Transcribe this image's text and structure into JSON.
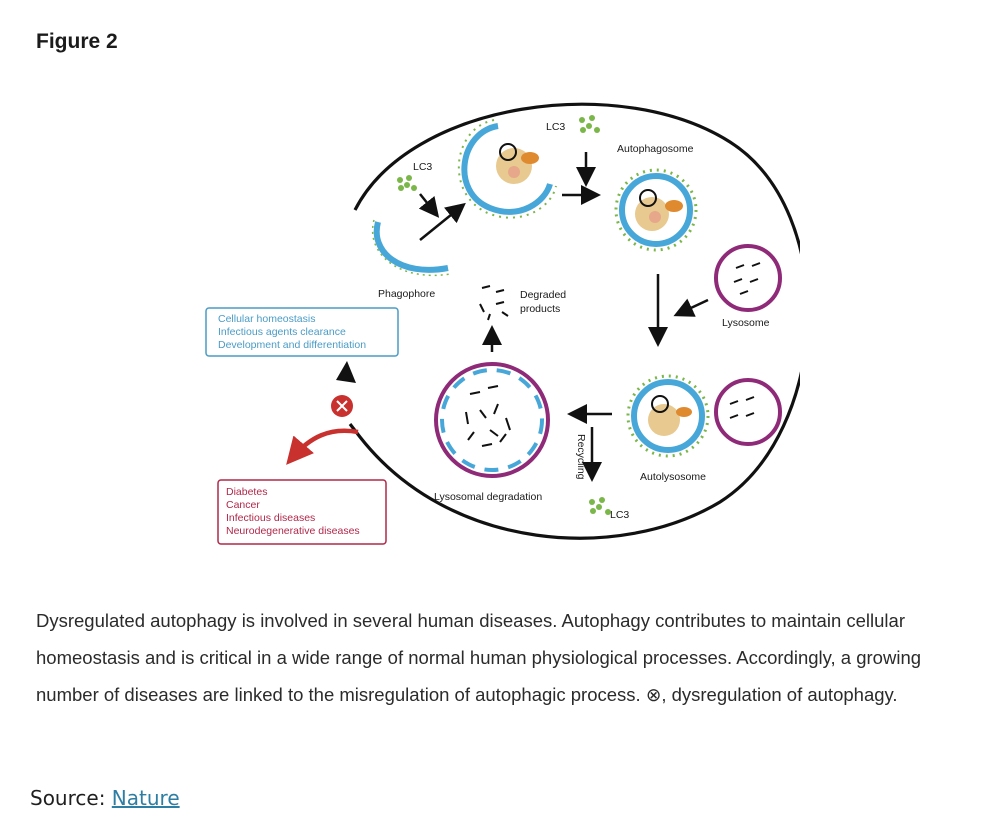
{
  "figure": {
    "title": "Figure 2"
  },
  "diagram": {
    "labels": {
      "lc3_top": "LC3",
      "lc3_left": "LC3",
      "lc3_bottom": "LC3",
      "autophagosome": "Autophagosome",
      "phagophore": "Phagophore",
      "degraded_line1": "Degraded",
      "degraded_line2": "products",
      "lysosome": "Lysosome",
      "autolysosome": "Autolysosome",
      "lysosomal_degradation": "Lysosomal degradation",
      "recycling": "Recycling"
    },
    "homeostasis_box": [
      "Cellular homeostasis",
      "Infectious agents clearance",
      "Development and differentiation"
    ],
    "disease_box": [
      "Diabetes",
      "Cancer",
      "Infectious diseases",
      "Neurodegenerative diseases"
    ],
    "colors": {
      "membrane": "#47a7d8",
      "lc3": "#7ab648",
      "lysosome": "#8e2a78",
      "inhibit": "#c8312e",
      "box_blue": "#4a9cc6",
      "box_red": "#b0284a"
    }
  },
  "caption": {
    "text": "Dysregulated autophagy is involved in several human diseases. Autophagy contributes to maintain cellular homeostasis and is critical in a wide range of normal human physiological processes. Accordingly, a growing number of diseases are linked to the misregulation of autophagic process. ⊗, dysregulation of autophagy."
  },
  "source": {
    "prefix": "Source:",
    "link_text": "Nature"
  }
}
